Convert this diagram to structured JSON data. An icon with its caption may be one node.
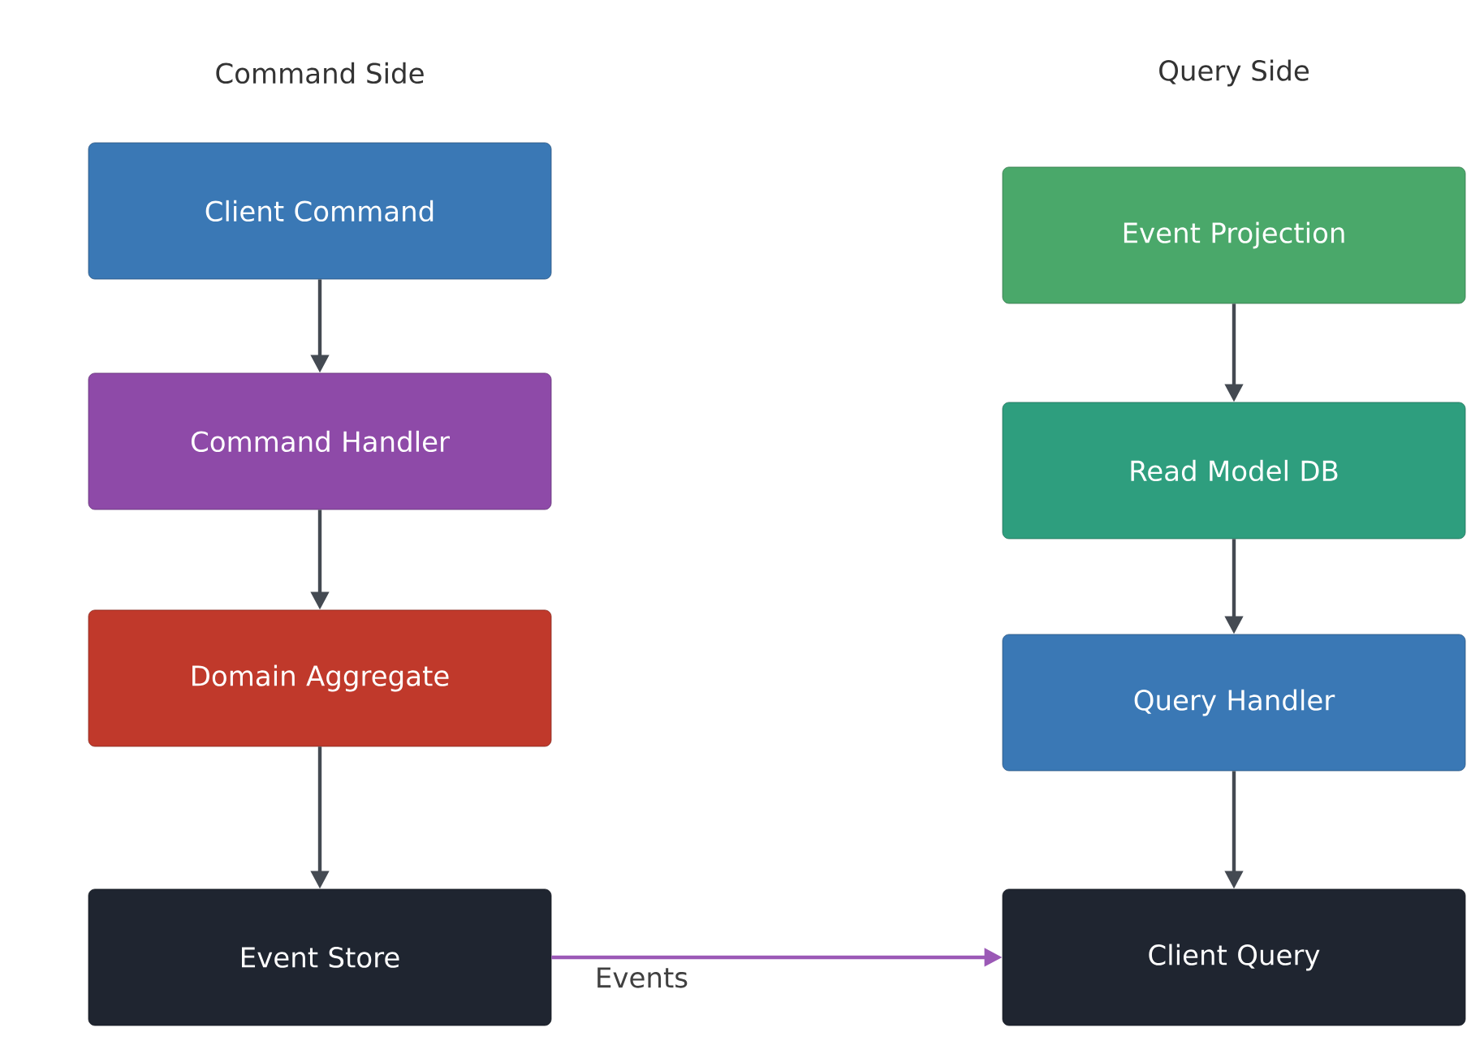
{
  "diagram": {
    "nodes": [
      {
        "text": [
          "Client Command"
        ]
      },
      {
        "text": [
          "Command Handler"
        ]
      },
      {
        "text": [
          "Domain Aggregate"
        ]
      },
      {
        "text": [
          "Event Store"
        ]
      },
      {
        "text": [
          "Event Projection"
        ]
      },
      {
        "text": [
          "Read Model DB"
        ]
      },
      {
        "text": [
          "Query Handler"
        ]
      },
      {
        "text": [
          "Client Query"
        ]
      }
    ],
    "edges": [
      {
        "from": 0,
        "to": 1,
        "arrow": "to"
      },
      {
        "from": 1,
        "to": 2,
        "arrow": "to"
      },
      {
        "from": 2,
        "to": 3,
        "arrow": "to"
      },
      {
        "from": 3,
        "to": 7,
        "arrow": "to",
        "label": "Events",
        "color": "#9b59b6"
      },
      {
        "from": 4,
        "to": 5,
        "arrow": "to"
      },
      {
        "from": 5,
        "to": 6,
        "arrow": "to"
      },
      {
        "from": 6,
        "to": 7,
        "arrow": "to"
      }
    ],
    "labels": [
      "Command Side",
      "Query Side"
    ]
  }
}
